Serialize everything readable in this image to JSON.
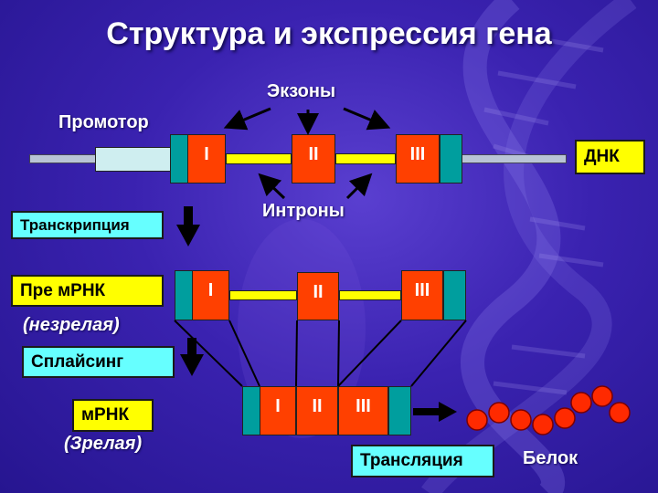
{
  "title": "Структура и экспрессия гена",
  "labels": {
    "exons": "Экзоны",
    "promoter": "Промотор",
    "introns": "Интроны",
    "immature": "(незрелая)",
    "mature": "(Зрелая)",
    "protein": "Белок"
  },
  "boxes": {
    "dna": "ДНК",
    "transcription": "Транскрипция",
    "pre_mrna": "Пре мРНК",
    "splicing": "Сплайсинг",
    "mrna": "мРНК",
    "translation": "Трансляция"
  },
  "exon_numbers": [
    "I",
    "II",
    "III"
  ],
  "colors": {
    "background": "#3a22b0",
    "exon": "#ff4000",
    "intron": "#ffff00",
    "cap": "#009e9e",
    "label_box_cyan": "#66ffff",
    "label_box_yellow": "#ffff00",
    "protein_bead": "#ff2a00",
    "promoter": "#cfeef0"
  }
}
